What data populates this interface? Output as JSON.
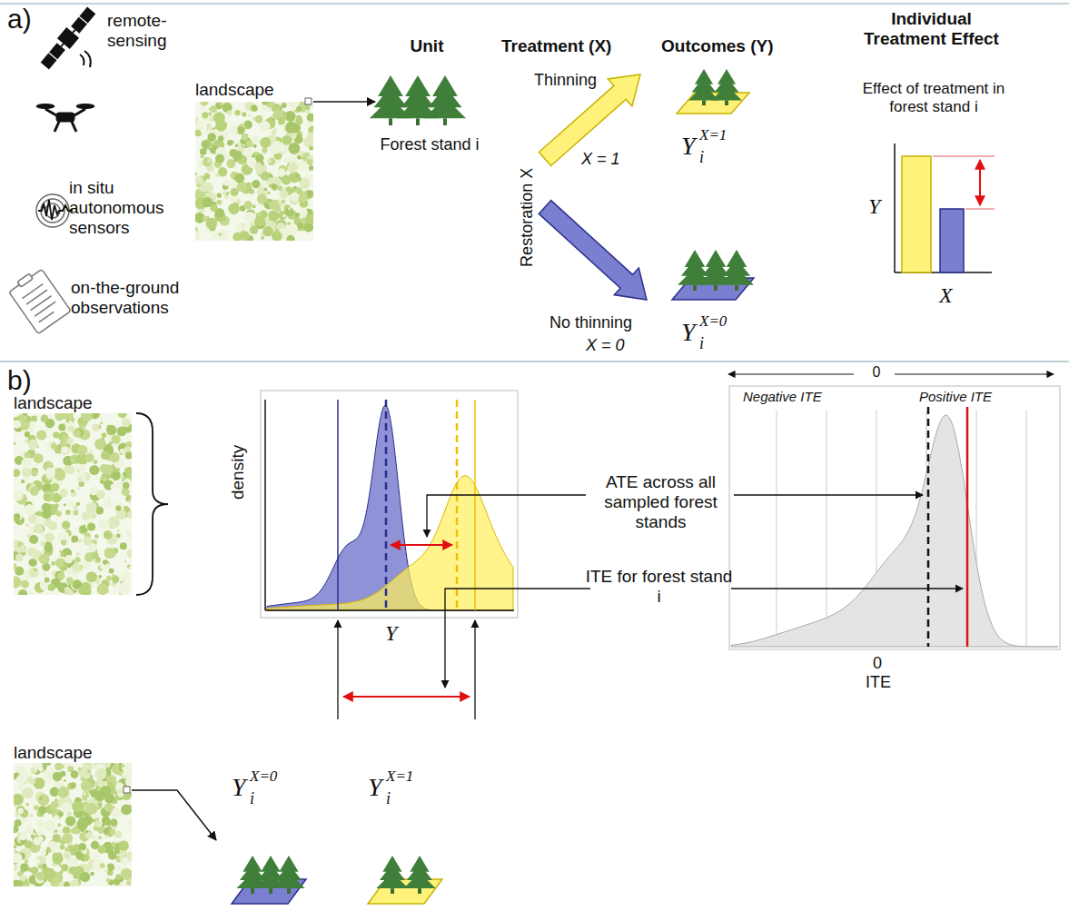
{
  "diagram": {
    "nodes": [
      {
        "text": [
          "landscape"
        ]
      },
      {
        "text": [
          "Forest stand i"
        ]
      },
      {
        "text": [
          "Y",
          "i",
          "X=1"
        ]
      },
      {
        "text": [
          "Y",
          "i",
          "X=0"
        ]
      },
      {
        "text": [
          "landscape"
        ]
      },
      {
        "text": [
          "landscape"
        ]
      },
      {
        "text": [
          "Y",
          "i",
          "X=0"
        ]
      },
      {
        "text": [
          "Y",
          "i",
          "X=1"
        ]
      }
    ],
    "edges": [
      {
        "from": 0,
        "to": 1,
        "arrow": "to"
      },
      {
        "from": 5,
        "to": 6,
        "arrow": "to"
      }
    ],
    "labels": [
      "a)",
      "remote- sensing",
      "in situ autonomous sensors",
      "on-the-ground observations",
      "Unit",
      "Treatment (X)",
      "Restoration X",
      "Thinning",
      "X = 1",
      "No thinning",
      "X = 0",
      "Outcomes (Y)",
      "Individual Treatment Effect",
      "Effect of treatment in forest stand i",
      "Y",
      "X",
      "b)",
      "density",
      "Y",
      "ATE across all sampled forest stands",
      "ITE for forest stand i",
      "Negative ITE",
      "0",
      "Positive ITE",
      "0",
      "ITE"
    ]
  }
}
